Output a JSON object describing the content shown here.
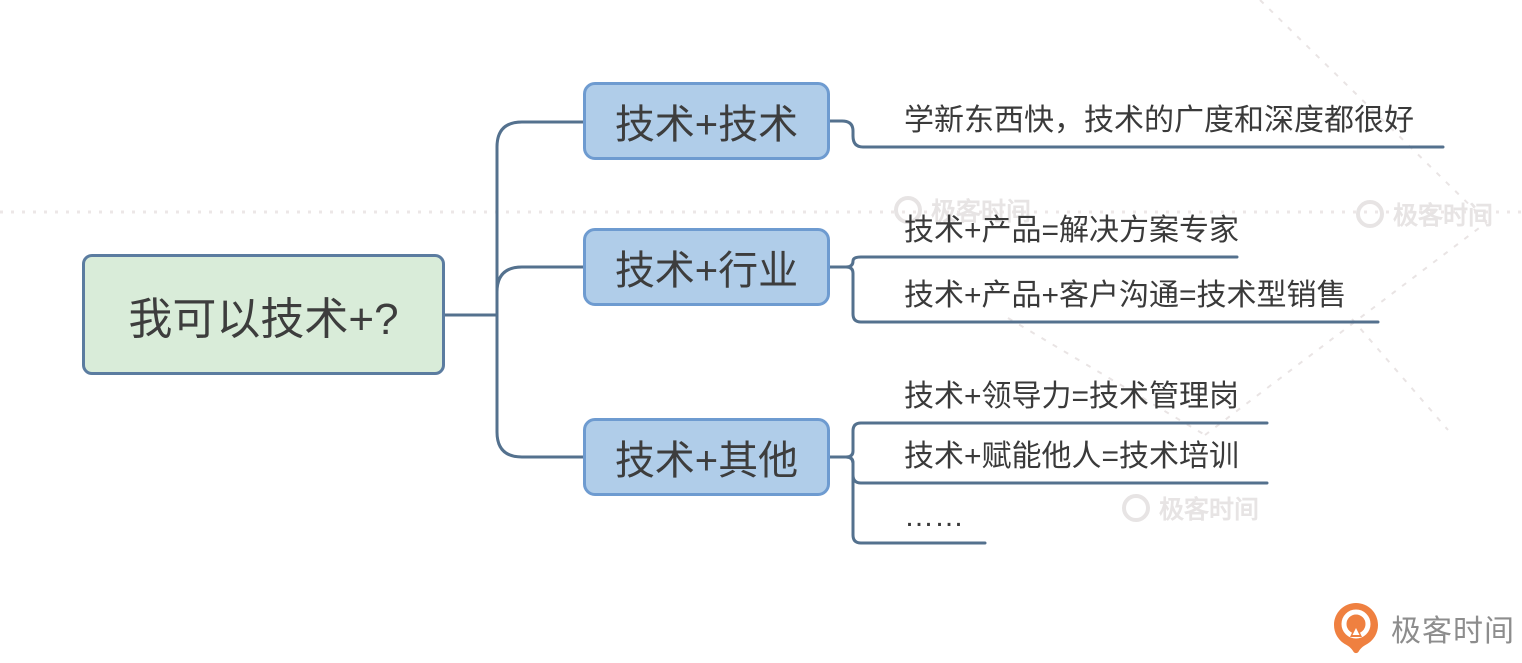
{
  "mindmap": {
    "root": {
      "label": "我可以技术+?"
    },
    "branches": [
      {
        "label": "技术+技术",
        "leaves": [
          "学新东西快，技术的广度和深度都很好"
        ]
      },
      {
        "label": "技术+行业",
        "leaves": [
          "技术+产品=解决方案专家",
          "技术+产品+客户沟通=技术型销售"
        ]
      },
      {
        "label": "技术+其他",
        "leaves": [
          "技术+领导力=技术管理岗",
          "技术+赋能他人=技术培训",
          "……"
        ]
      }
    ]
  },
  "brand": {
    "name": "极客时间"
  },
  "colors": {
    "root_fill": "#d9ecd9",
    "root_border": "#5b7ca0",
    "branch_fill": "#b0cde9",
    "branch_border": "#6e9bd0",
    "connector": "#54718e",
    "text": "#3c3c3c",
    "logo_orange": "#ef8040",
    "logo_text_gray": "#8d8d8d",
    "watermark_gray": "#e7e4e4"
  }
}
